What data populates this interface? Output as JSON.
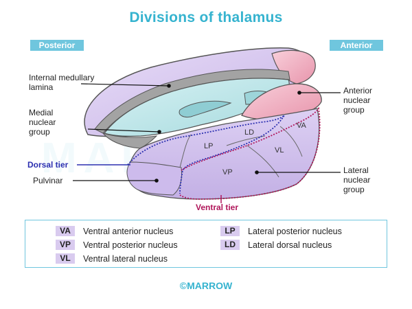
{
  "title": "Divisions of thalamus",
  "orientation": {
    "posterior": "Posterior",
    "anterior": "Anterior"
  },
  "labels": {
    "internal_medullary_line1": "Internal medullary",
    "internal_medullary_line2": "lamina",
    "medial_line1": "Medial",
    "medial_line2": "nuclear",
    "medial_line3": "group",
    "anterior_line1": "Anterior",
    "anterior_line2": "nuclear",
    "anterior_line3": "group",
    "lateral_line1": "Lateral",
    "lateral_line2": "nuclear",
    "lateral_line3": "group",
    "pulvinar": "Pulvinar",
    "dorsal_tier": "Dorsal tier",
    "ventral_tier": "Ventral tier"
  },
  "nuclei": {
    "va": "VA",
    "ld": "LD",
    "lp": "LP",
    "vl": "VL",
    "vp": "VP"
  },
  "legend": [
    {
      "abbr": "VA",
      "text": "Ventral anterior nucleus"
    },
    {
      "abbr": "VP",
      "text": "Ventral posterior nucleus"
    },
    {
      "abbr": "VL",
      "text": "Ventral lateral nucleus"
    },
    {
      "abbr": "LP",
      "text": "Lateral posterior nucleus"
    },
    {
      "abbr": "LD",
      "text": "Lateral dorsal nucleus"
    }
  ],
  "footer": "©MARROW",
  "watermark": "MARROW",
  "colors": {
    "title": "#35b3cf",
    "medial": "#bfe6ea",
    "lateral": "#d9cbef",
    "anterior": "#f0aec0",
    "lamina": "#a0a0a0",
    "dorsal_tier": "#2b2fb0",
    "ventral_tier": "#b0165a"
  }
}
